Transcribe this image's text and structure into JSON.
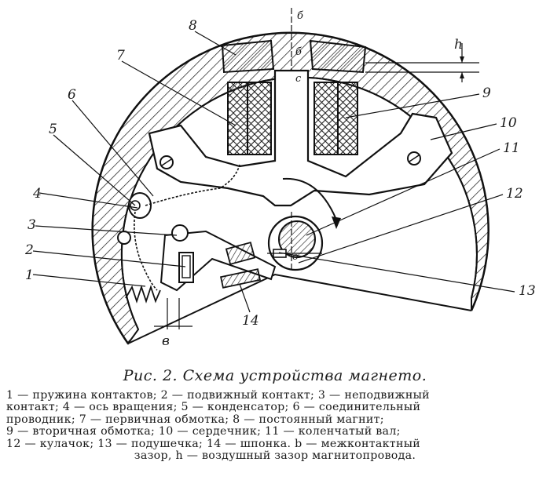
{
  "figure": {
    "labels": {
      "l1": "1",
      "l2": "2",
      "l3": "3",
      "l4": "4",
      "l5": "5",
      "l6": "6",
      "l7": "7",
      "l8": "8",
      "l9": "9",
      "l10": "10",
      "l11": "11",
      "l12": "12",
      "l13": "13",
      "l14": "14",
      "b_top": "б",
      "b_mid": "б",
      "c": "с",
      "o": "о",
      "h": "h",
      "v": "в"
    }
  },
  "caption": "Рис. 2. Схема устройства магнето.",
  "legend": {
    "line1": "1 — пружина контактов; 2 — подвижный контакт; 3 — неподвижный",
    "line2": "контакт; 4 — ось вращения; 5 — конденсатор; 6 — соединительный",
    "line3": "проводник; 7 — первичная обмотка; 8 — постоянный магнит;",
    "line4": "9 — вторичная обмотка; 10 — сердечник; 11 — коленчатый вал;",
    "line5": "12 — кулачок; 13 — подушечка; 14 — шпонка. b — межконтактный",
    "line6": "зазор, h — воздушный зазор магнитопровода."
  }
}
